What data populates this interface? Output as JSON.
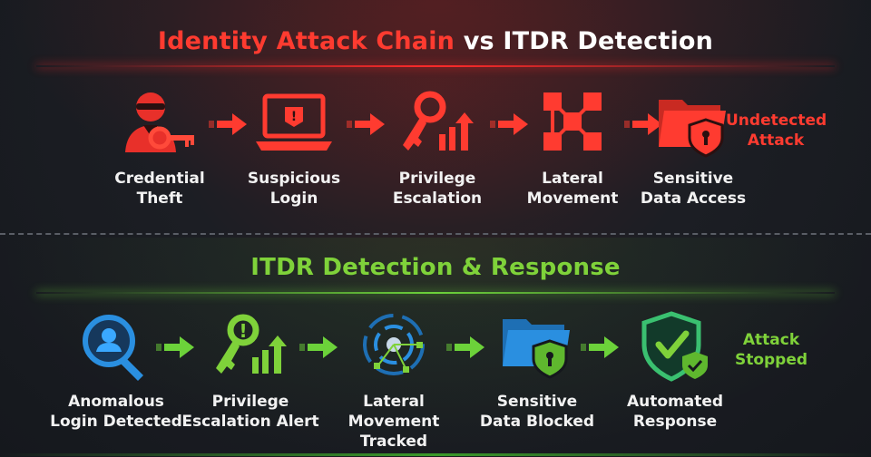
{
  "top": {
    "title_part1": "Identity Attack Chain",
    "title_part2": "vs ITDR Detection",
    "steps": [
      {
        "label": "Credential\nTheft",
        "icon": "hacker-key-icon"
      },
      {
        "label": "Suspicious\nLogin",
        "icon": "laptop-alert-icon"
      },
      {
        "label": "Privilege\nEscalation",
        "icon": "key-arrow-up-icon"
      },
      {
        "label": "Lateral\nMovement",
        "icon": "network-nodes-icon"
      },
      {
        "label": "Sensitive\nData Access",
        "icon": "folder-shield-icon"
      }
    ],
    "status": "Undetected\nAttack"
  },
  "bottom": {
    "title": "ITDR Detection & Response",
    "steps": [
      {
        "label": "Anomalous\nLogin Detected",
        "icon": "magnifier-user-icon"
      },
      {
        "label": "Privilege\nEscalation Alert",
        "icon": "key-alert-icon"
      },
      {
        "label": "Lateral\nMovement Tracked",
        "icon": "radar-tracking-icon"
      },
      {
        "label": "Sensitive\nData Blocked",
        "icon": "folder-lock-icon"
      },
      {
        "label": "Automated\nResponse",
        "icon": "shield-check-icon"
      }
    ],
    "status": "Attack\nStopped"
  },
  "colors": {
    "attack_red": "#ff3b30",
    "defense_green": "#7fd23a",
    "blue": "#2a8fe0"
  }
}
